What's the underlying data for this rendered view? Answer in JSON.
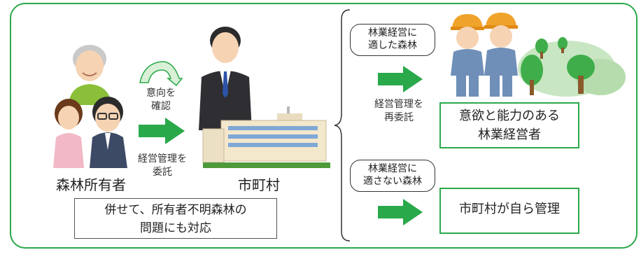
{
  "left": {
    "owner_label": "森林所有者",
    "intent_label": [
      "意向を",
      "確認"
    ],
    "delegate_label": [
      "経営管理を",
      "委託"
    ],
    "municipality_label": "市町村",
    "note_lines": [
      "併せて、所有者不明森林の",
      "問題にも対応"
    ]
  },
  "right": {
    "suitable_forest": [
      "林業経営に",
      "適した森林"
    ],
    "redelegate_label": [
      "経営管理を",
      "再委託"
    ],
    "forestry_operator": [
      "意欲と能力のある",
      "林業経営者"
    ],
    "unsuitable_forest": [
      "林業経営に",
      "適さない森林"
    ],
    "self_manage": "市町村が自ら管理"
  },
  "colors": {
    "frame_green": "#2aa94a",
    "arrow_green": "#2aa94a",
    "tree_green": "#3fae4a",
    "hill_green": "#c9e6c3"
  },
  "icons": [
    "family-icon",
    "government-official-icon",
    "municipal-building-icon",
    "forestry-workers-icon",
    "forest-trees-icon"
  ]
}
